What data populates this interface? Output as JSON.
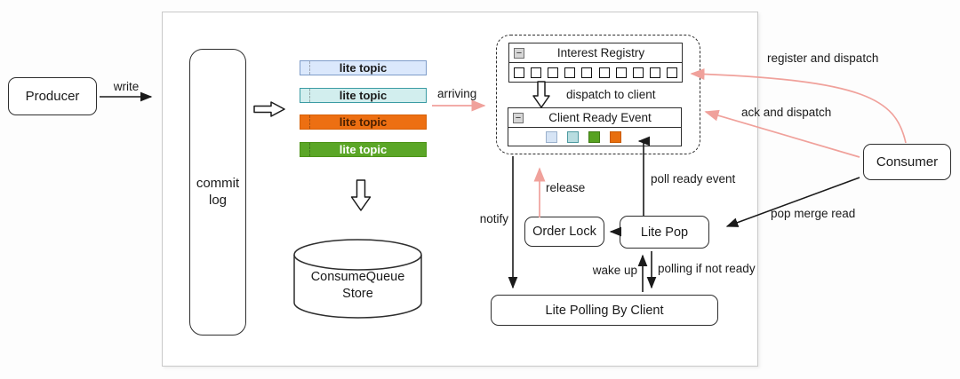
{
  "colors": {
    "ink": "#1a1a1a",
    "pink": "#f0a19b",
    "frame": "#c9c9c9"
  },
  "producer": {
    "label": "Producer"
  },
  "commit_log": {
    "label": "commit log"
  },
  "consumer": {
    "label": "Consumer"
  },
  "order_lock": {
    "label": "Order Lock"
  },
  "lite_pop": {
    "label": "Lite Pop"
  },
  "lite_polling": {
    "label": "Lite Polling By Client"
  },
  "consume_queue": {
    "label": "ConsumeQueue Store"
  },
  "lite_topics": [
    {
      "label": "lite topic",
      "fill": "#dbe8fc",
      "border": "#7e9cc9",
      "text": "#1a1a1a"
    },
    {
      "label": "lite topic",
      "fill": "#d2eeee",
      "border": "#3a9ba3",
      "text": "#1a1a1a"
    },
    {
      "label": "lite topic",
      "fill": "#ed6f12",
      "border": "#d65f05",
      "text": "#4a2000"
    },
    {
      "label": "lite topic",
      "fill": "#5ba627",
      "border": "#4c9317",
      "text": "#ffffff"
    }
  ],
  "registry": {
    "title": "Interest Registry",
    "collapse_glyph": "−",
    "slot_count": 10
  },
  "ready_event": {
    "title": "Client Ready Event",
    "collapse_glyph": "−",
    "squares": [
      {
        "fill": "#d6e4f5",
        "border": "#9ab0cc"
      },
      {
        "fill": "#b8dde0",
        "border": "#4d9aa0"
      },
      {
        "fill": "#57a221",
        "border": "#3f7a14"
      },
      {
        "fill": "#e86e0d",
        "border": "#c85a00"
      }
    ]
  },
  "edge_labels": {
    "write": "write",
    "arriving": "arriving",
    "dispatch_to_client": "dispatch to client",
    "register_and_dispatch": "register and dispatch",
    "ack_and_dispatch": "ack and dispatch",
    "pop_merge_read": "pop merge read",
    "poll_ready_event": "poll ready event",
    "release": "release",
    "notify": "notify",
    "wake_up": "wake up",
    "polling_if_not_ready": "polling if not ready"
  }
}
